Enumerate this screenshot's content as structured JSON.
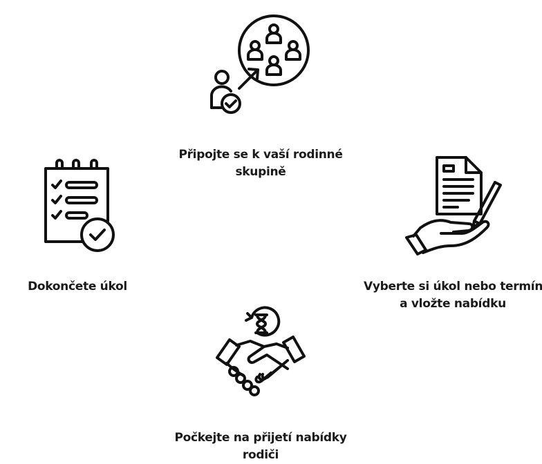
{
  "colors": {
    "icon": "#111111",
    "text": "#1a1a1a",
    "background": "#ffffff"
  },
  "steps": [
    {
      "icon": "join-group-icon",
      "label_lines": [
        "Připojte se k vaší rodinné",
        "skupině"
      ]
    },
    {
      "icon": "document-offer-icon",
      "label_lines": [
        "Vyberte si úkol nebo termín",
        "a vložte nabídku"
      ]
    },
    {
      "icon": "handshake-icon",
      "label_lines": [
        "Počkejte na přijetí nabídky",
        "rodiči"
      ]
    },
    {
      "icon": "checklist-icon",
      "label_lines": [
        "Dokončete úkol"
      ]
    }
  ]
}
